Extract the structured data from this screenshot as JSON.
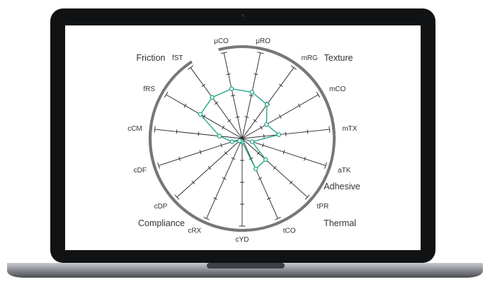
{
  "chart_data": {
    "type": "radar",
    "axes": [
      {
        "label": "μCO",
        "value": 0.58
      },
      {
        "label": "μRO",
        "value": 0.54
      },
      {
        "label": "mRG",
        "value": 0.48
      },
      {
        "label": "mCO",
        "value": 0.32
      },
      {
        "label": "mTX",
        "value": 0.42
      },
      {
        "label": "aTK",
        "value": 0.12
      },
      {
        "label": "tPR",
        "value": 0.36
      },
      {
        "label": "tCO",
        "value": 0.38
      },
      {
        "label": "cYD",
        "value": 0.04
      },
      {
        "label": "cRX",
        "value": 0.03
      },
      {
        "label": "cDP",
        "value": 0.04
      },
      {
        "label": "cDF",
        "value": 0.12
      },
      {
        "label": "cCM",
        "value": 0.26
      },
      {
        "label": "fRS",
        "value": 0.55
      },
      {
        "label": "fST",
        "value": 0.58
      }
    ],
    "groups": [
      {
        "label": "Texture",
        "axes": [
          "μRO",
          "mRG",
          "mCO",
          "mTX"
        ]
      },
      {
        "label": "Adhesive",
        "axes": [
          "aTK"
        ]
      },
      {
        "label": "Thermal",
        "axes": [
          "tPR",
          "tCO"
        ]
      },
      {
        "label": "Compliance",
        "axes": [
          "cCM",
          "cDF",
          "cDP",
          "cRX",
          "cYD"
        ]
      },
      {
        "label": "Friction",
        "axes": [
          "μCO",
          "fRS",
          "fST"
        ]
      }
    ],
    "range": [
      0,
      1
    ],
    "colors": {
      "series": "#1aa184",
      "axis": "#222222",
      "group_arc": "#777777"
    }
  }
}
